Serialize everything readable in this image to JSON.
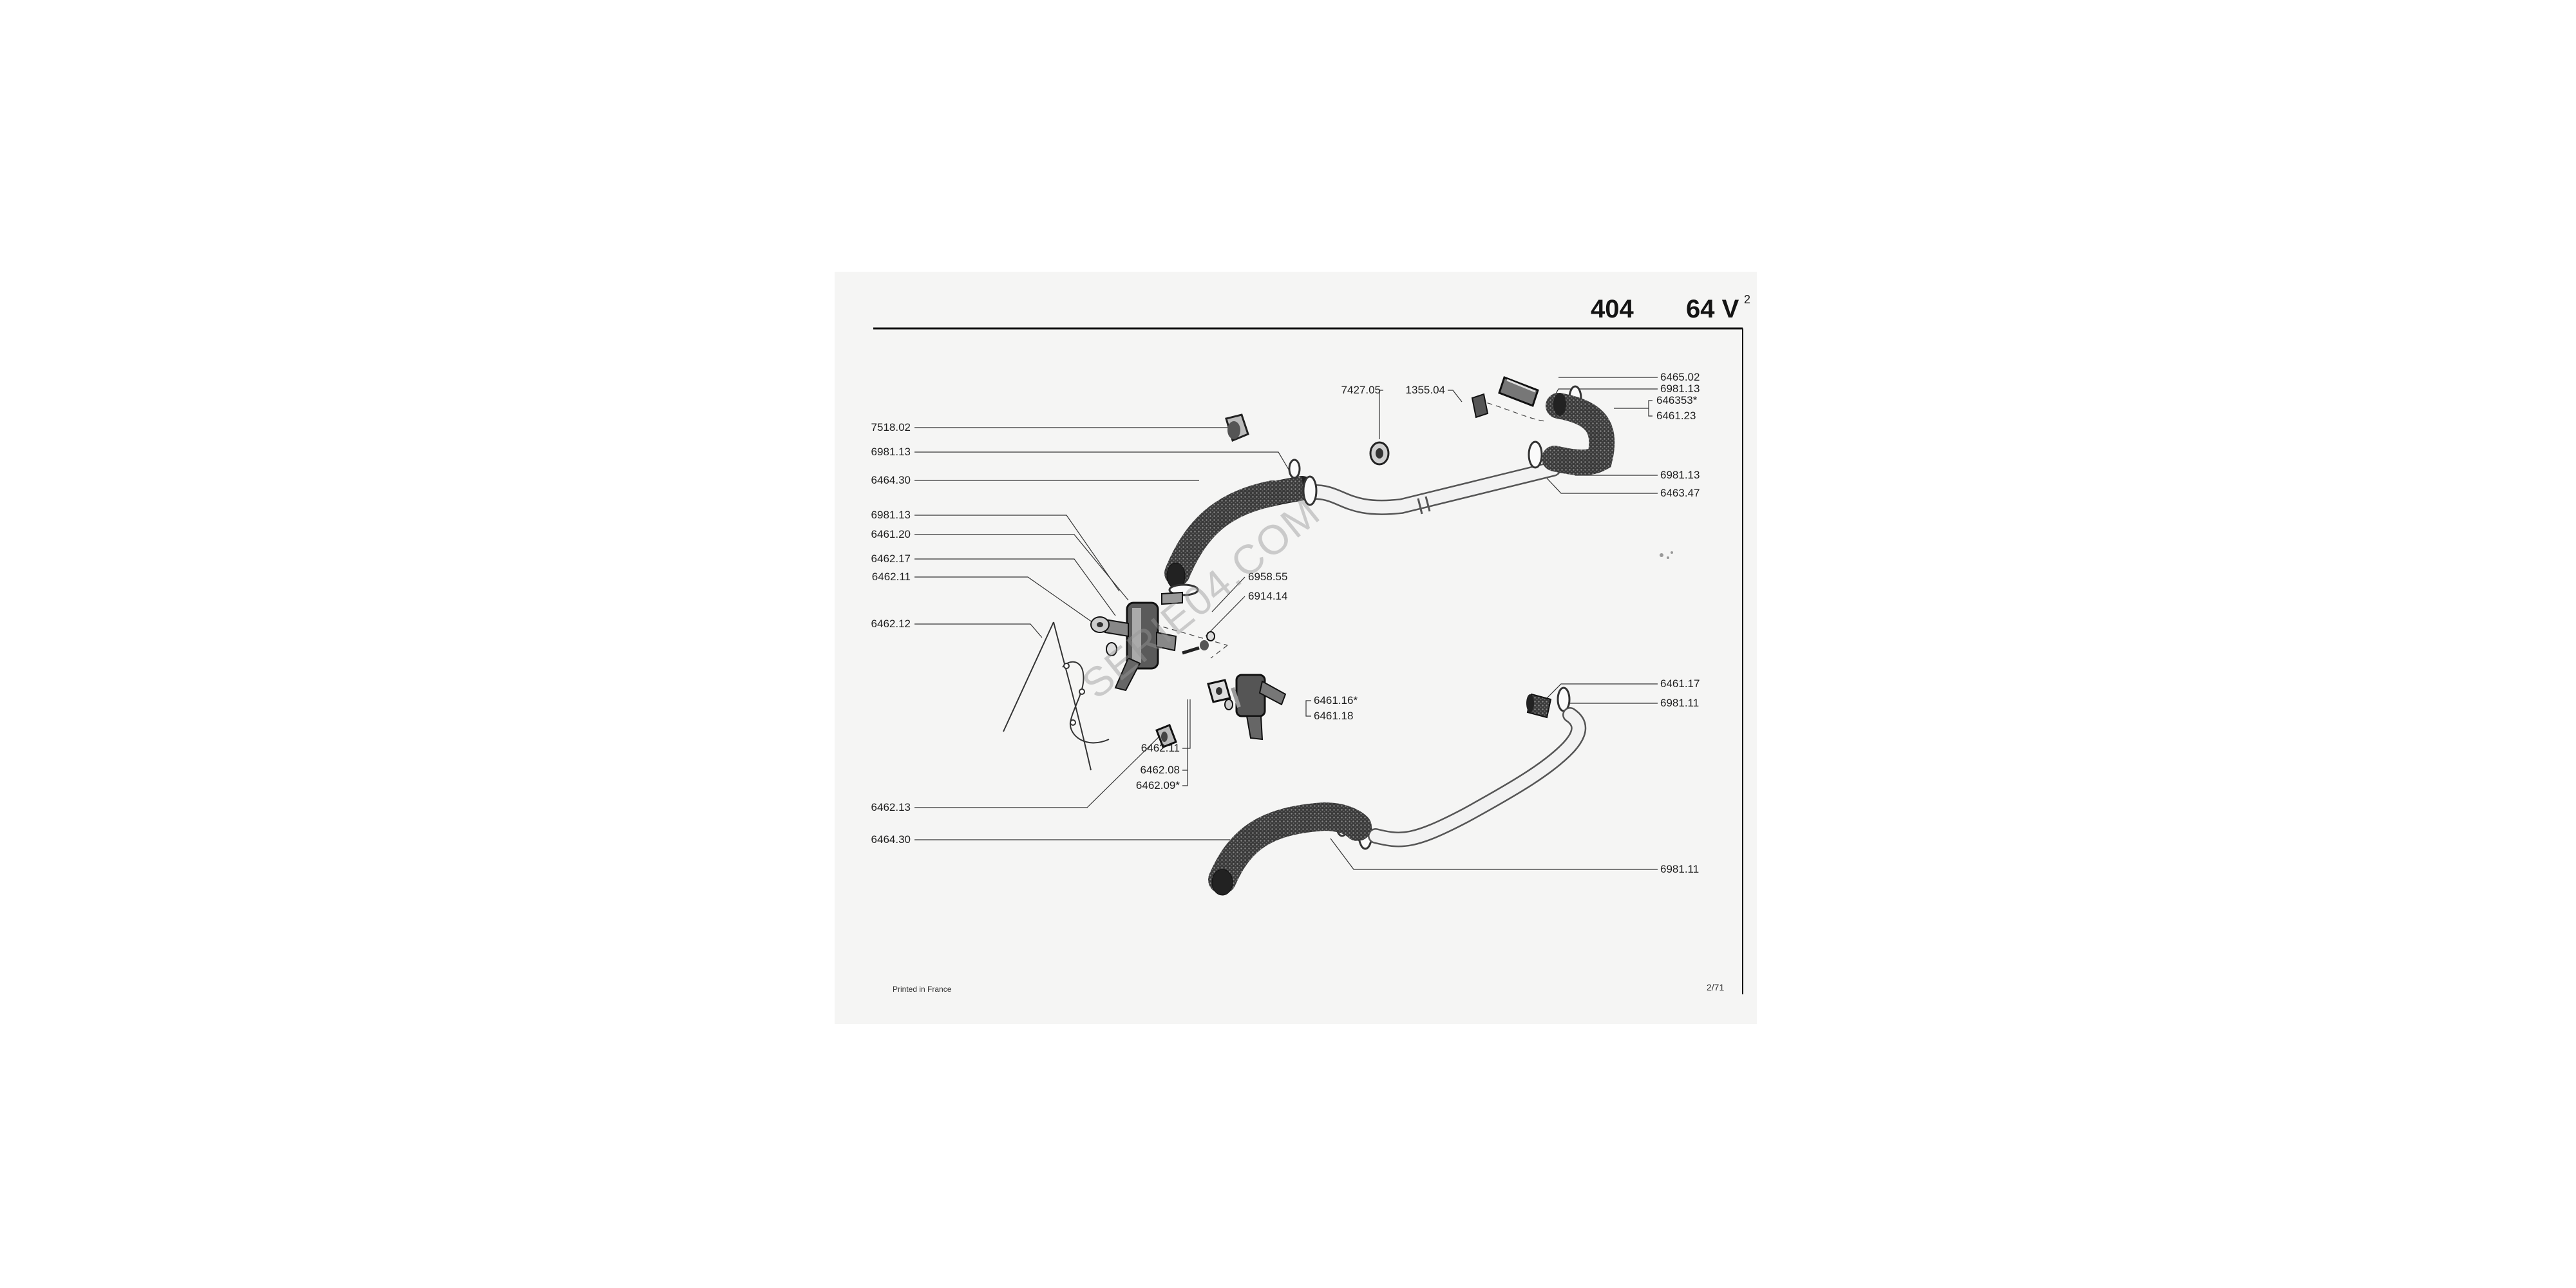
{
  "header": {
    "model": "404",
    "section": "64 V",
    "section_sup": "2"
  },
  "callouts": {
    "p7518_02": "7518.02",
    "p6981_13_a": "6981.13",
    "p6464_30_a": "6464.30",
    "p6981_13_b": "6981.13",
    "p6461_20": "6461.20",
    "p6462_17": "6462.17",
    "p6462_11_a": "6462.11",
    "p6462_12": "6462.12",
    "p6462_13": "6462.13",
    "p6464_30_b": "6464.30",
    "p6958_55": "6958.55",
    "p6914_14": "6914.14",
    "p6461_16": "6461.16*",
    "p6461_18": "6461.18",
    "p6462_11_b": "6462.11",
    "p6462_08": "6462.08",
    "p6462_09": "6462.09*",
    "p7427_05": "7427.05",
    "p1355_04": "1355.04",
    "p6465_02": "6465.02",
    "p6981_13_c": "6981.13",
    "p646353": "646353*",
    "p6461_23": "6461.23",
    "p6981_13_d": "6981.13",
    "p6463_47": "6463.47",
    "p6461_17": "6461.17",
    "p6981_11_a": "6981.11",
    "p6981_11_b": "6981.11"
  },
  "watermark": "SERIE04.COM",
  "footer": {
    "printed": "Printed in France",
    "date": "2/71"
  }
}
